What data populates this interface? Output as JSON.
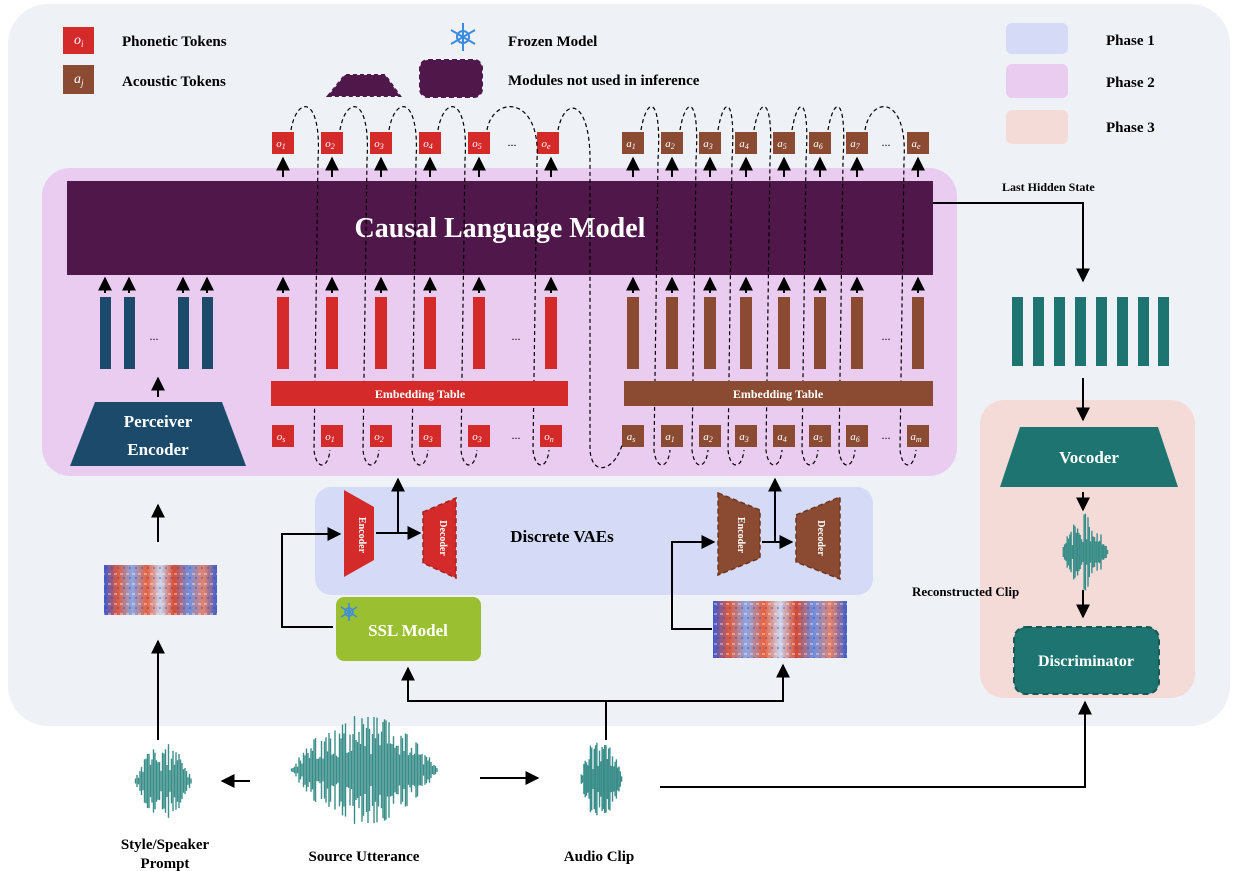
{
  "colors": {
    "outer_bg": "#eef1f6",
    "phase1": "#d5dbf7",
    "phase2": "#ebccf1",
    "phase3": "#f5dbd8",
    "lm": "#50184a",
    "phonetic": "#d42a2a",
    "acoustic": "#8b4a32",
    "perceiver": "#1c4a6a",
    "vocoder": "#1d7470",
    "ssl": "#9ac032"
  },
  "legend": {
    "phonetic_symbol": "o",
    "phonetic_sub": "i",
    "phonetic_label": "Phonetic Tokens",
    "acoustic_symbol": "a",
    "acoustic_sub": "j",
    "acoustic_label": "Acoustic Tokens",
    "frozen_label": "Frozen Model",
    "frozen_icon": "snowflake-icon",
    "unused_label": "Modules not used in inference",
    "phase1_label": "Phase 1",
    "phase2_label": "Phase 2",
    "phase3_label": "Phase 3"
  },
  "lm": {
    "title": "Causal Language Model",
    "last_hidden_state": "Last Hidden State"
  },
  "phonetic": {
    "symbol": "o",
    "output_subs": [
      "1",
      "2",
      "3",
      "4",
      "5",
      "e"
    ],
    "input_subs": [
      "s",
      "1",
      "2",
      "3",
      "3",
      "n"
    ],
    "embedding_label": "Embedding Table"
  },
  "acoustic": {
    "symbol": "a",
    "output_subs": [
      "1",
      "2",
      "3",
      "4",
      "5",
      "6",
      "7",
      "e"
    ],
    "input_subs": [
      "s",
      "1",
      "2",
      "3",
      "4",
      "5",
      "6",
      "m"
    ],
    "embedding_label": "Embedding Table"
  },
  "ellipsis": "...",
  "modules": {
    "perceiver_line1": "Perceiver",
    "perceiver_line2": "Encoder",
    "vaes_label": "Discrete VAEs",
    "encoder_label": "Encoder",
    "decoder_label": "Decoder",
    "ssl_label": "SSL Model",
    "vocoder_label": "Vocoder",
    "reconstructed_label": "Reconstructed Clip",
    "discriminator_label": "Discriminator"
  },
  "inputs": {
    "style_line1": "Style/Speaker",
    "style_line2": "Prompt",
    "source_label": "Source Utterance",
    "audio_label": "Audio Clip"
  }
}
